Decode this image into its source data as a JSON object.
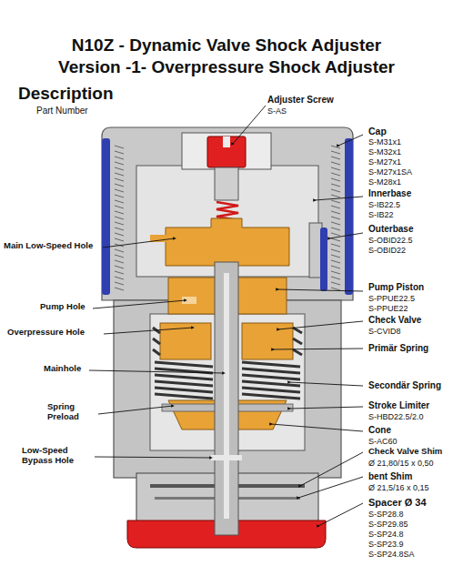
{
  "diagram": {
    "title": "N10Z - Dynamic Valve Shock Adjuster Version -1- Overpressure Shock Adjuster",
    "labels": [
      "Description",
      "Part Number",
      "Adjuster Screw",
      "S-AS",
      "Cap",
      "S-M31x1",
      "S-M32x1",
      "S-M27x1",
      "S-M27x1SA",
      "S-M28x1",
      "Innerbase",
      "S-IB22.5",
      "S-IB22",
      "Outerbase",
      "S-OBID22.5",
      "S-OBID22",
      "Main Low-Speed Hole",
      "Pump Piston",
      "S-PPUE22.5",
      "S-PPUE22",
      "Pump Hole",
      "Check Valve",
      "S-CVID8",
      "Overpressure Hole",
      "Primär Spring",
      "Mainhole",
      "Secondär Spring",
      "Spring Preload",
      "Stroke Limiter",
      "S-HBD22.5/2.0",
      "Cone",
      "S-AC60",
      "Low-Speed Bypass Hole",
      "Check Valve Shim",
      "Ø 21,80/15 x 0,50",
      "bent Shim",
      "Ø 21,5/16 x 0,15",
      "Spacer Ø 34",
      "S-SP28.8",
      "S-SP29.85",
      "S-SP24.8",
      "S-SP23.9",
      "S-SP24.8SA"
    ]
  }
}
